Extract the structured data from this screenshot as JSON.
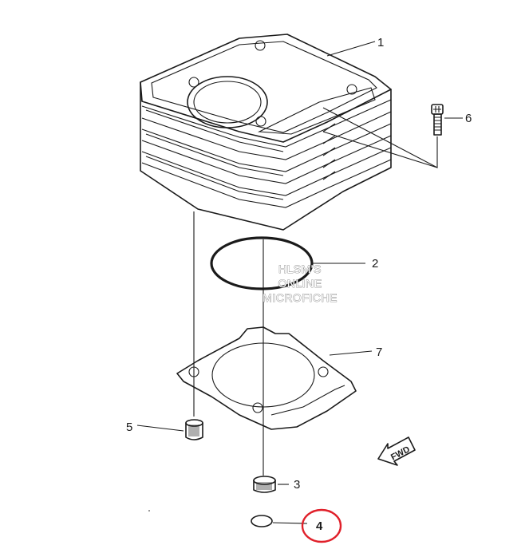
{
  "callouts": {
    "c1": "1",
    "c2": "2",
    "c3": "3",
    "c4": "4",
    "c5": "5",
    "c6": "6",
    "c7": "7"
  },
  "watermark": {
    "line1": "HLSM'S",
    "line2": "ONLINE",
    "line3": "MICROFICHE"
  },
  "fwd_label": "FWD",
  "colors": {
    "line": "#1a1a1a",
    "highlight_circle": "#e0202a",
    "background": "#ffffff"
  }
}
